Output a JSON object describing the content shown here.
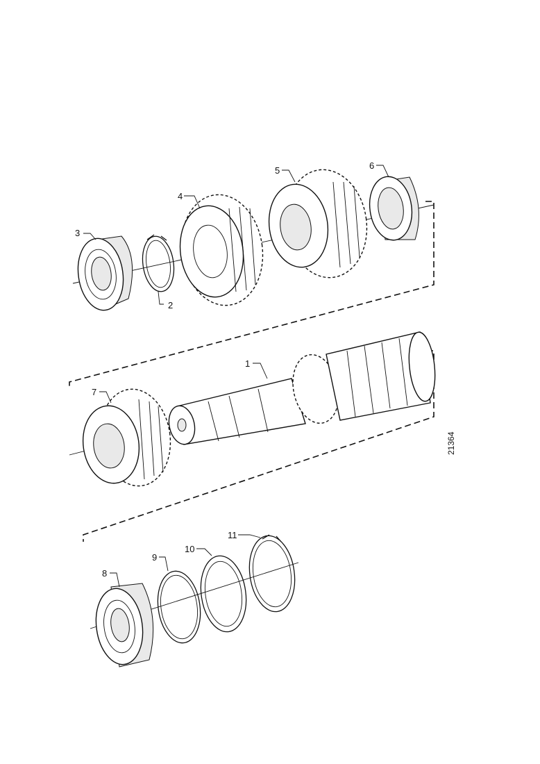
{
  "diagram": {
    "reference_number": "21364",
    "callouts": {
      "c1": "1",
      "c2": "2",
      "c3": "3",
      "c4": "4",
      "c5": "5",
      "c6": "6",
      "c7": "7",
      "c8": "8",
      "c9": "9",
      "c10": "10",
      "c11": "11"
    }
  }
}
